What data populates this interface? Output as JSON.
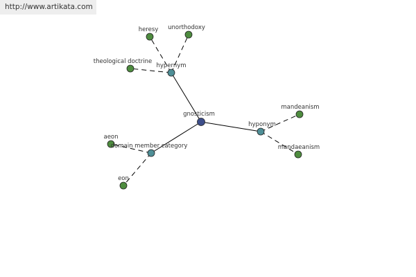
{
  "watermark": "http://www.artikata.com",
  "colors": {
    "center_node": "#3d4e8a",
    "relation_node": "#4f8f97",
    "leaf_node": "#4e8c3f",
    "edge": "#000000",
    "watermark_bg": "#eeeeee"
  },
  "graph": {
    "nodes": [
      {
        "id": "gnosticism",
        "label": "gnosticism",
        "kind": "center"
      },
      {
        "id": "hypernym",
        "label": "hypernym",
        "kind": "relation"
      },
      {
        "id": "hyponym",
        "label": "hyponym",
        "kind": "relation"
      },
      {
        "id": "domain_member_category",
        "label": "domain member category",
        "kind": "relation"
      },
      {
        "id": "heresy",
        "label": "heresy",
        "kind": "leaf"
      },
      {
        "id": "unorthodoxy",
        "label": "unorthodoxy",
        "kind": "leaf"
      },
      {
        "id": "theological_doctrine",
        "label": "theological doctrine",
        "kind": "leaf"
      },
      {
        "id": "mandeanism_1",
        "label": "mandeanism",
        "kind": "leaf"
      },
      {
        "id": "mandaeanism",
        "label": "mandaeanism",
        "kind": "leaf"
      },
      {
        "id": "aeon",
        "label": "aeon",
        "kind": "leaf"
      },
      {
        "id": "eon",
        "label": "eon",
        "kind": "leaf"
      }
    ],
    "edges": [
      {
        "from": "gnosticism",
        "to": "hypernym",
        "style": "solid"
      },
      {
        "from": "gnosticism",
        "to": "hyponym",
        "style": "solid"
      },
      {
        "from": "gnosticism",
        "to": "domain_member_category",
        "style": "solid"
      },
      {
        "from": "hypernym",
        "to": "heresy",
        "style": "dashed"
      },
      {
        "from": "hypernym",
        "to": "unorthodoxy",
        "style": "dashed"
      },
      {
        "from": "hypernym",
        "to": "theological_doctrine",
        "style": "dashed"
      },
      {
        "from": "hyponym",
        "to": "mandeanism_1",
        "style": "dashed"
      },
      {
        "from": "hyponym",
        "to": "mandaeanism",
        "style": "dashed"
      },
      {
        "from": "domain_member_category",
        "to": "aeon",
        "style": "dashed"
      },
      {
        "from": "domain_member_category",
        "to": "eon",
        "style": "dashed"
      }
    ]
  }
}
